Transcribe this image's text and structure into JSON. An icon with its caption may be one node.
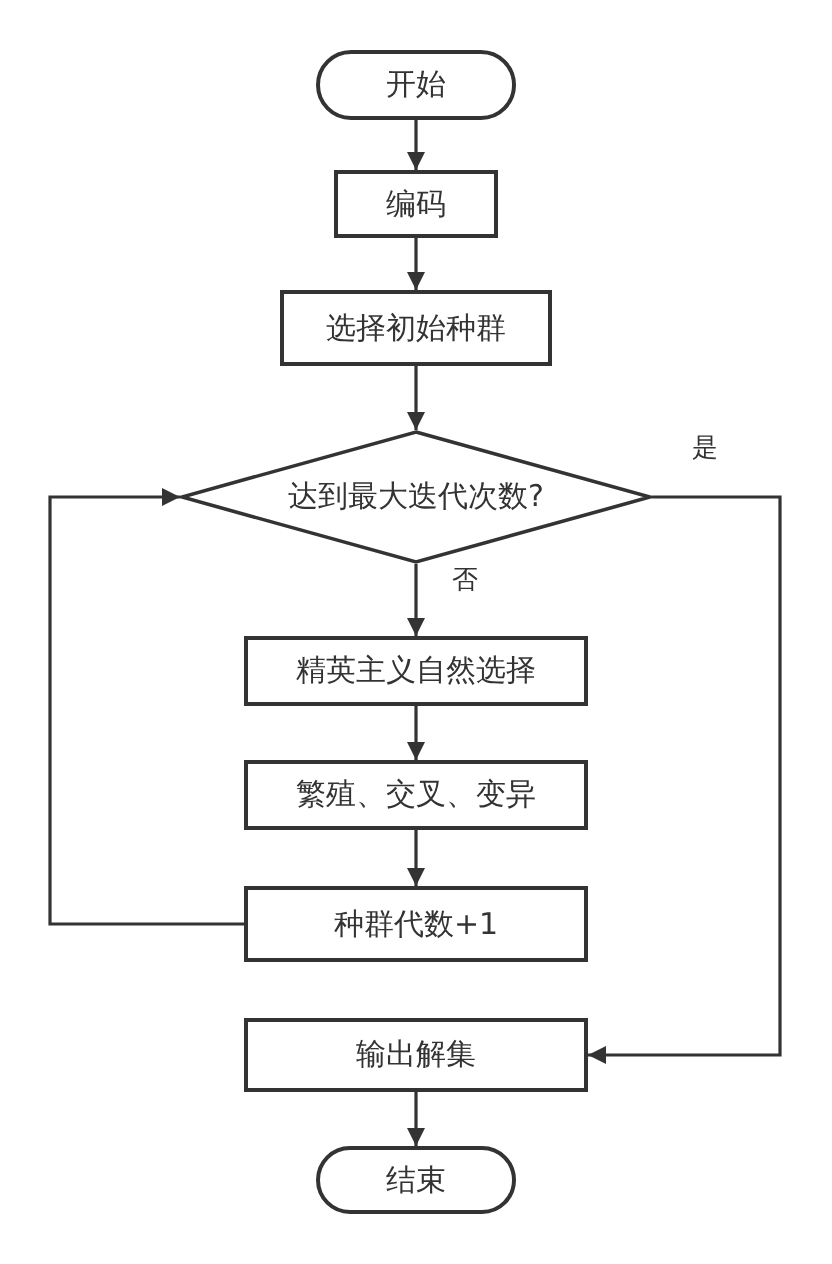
{
  "diagram": {
    "nodes": [
      {
        "text": [
          "开始"
        ]
      },
      {
        "text": [
          "编码"
        ]
      },
      {
        "text": [
          "选择初始种群"
        ]
      },
      {
        "text": [
          "达到最大迭代次数?"
        ]
      },
      {
        "text": [
          "精英主义自然选择"
        ]
      },
      {
        "text": [
          "繁殖、交叉、变异"
        ]
      },
      {
        "text": [
          "种群代数+1"
        ]
      },
      {
        "text": [
          "输出解集"
        ]
      },
      {
        "text": [
          "结束"
        ]
      }
    ],
    "edges": [
      {
        "from": 0,
        "to": 1,
        "arrow": "to"
      },
      {
        "from": 1,
        "to": 2,
        "arrow": "to"
      },
      {
        "from": 2,
        "to": 3,
        "arrow": "to"
      },
      {
        "from": 3,
        "to": 4,
        "arrow": "to",
        "label": "否"
      },
      {
        "from": 3,
        "to": 7,
        "arrow": "to",
        "label": "是"
      },
      {
        "from": 4,
        "to": 5,
        "arrow": "to"
      },
      {
        "from": 5,
        "to": 6,
        "arrow": "to"
      },
      {
        "from": 6,
        "to": 3,
        "arrow": "to"
      },
      {
        "from": 7,
        "to": 8,
        "arrow": "to"
      }
    ]
  }
}
